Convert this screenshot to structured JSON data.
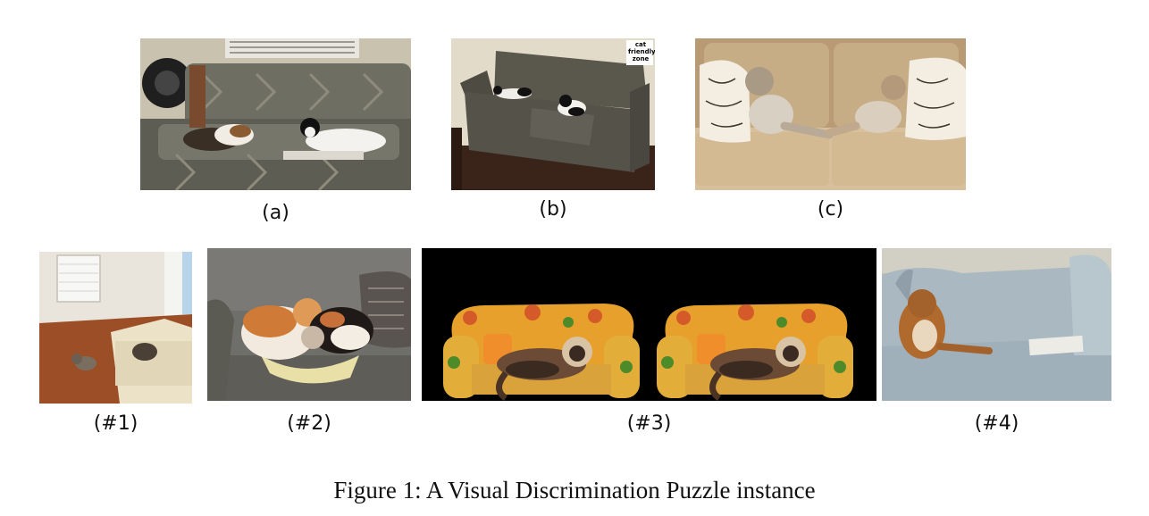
{
  "panels": {
    "a": {
      "label": "(a)"
    },
    "b": {
      "label": "(b)",
      "watermark": [
        "cat",
        "friendly",
        "zone"
      ]
    },
    "c": {
      "label": "(c)"
    },
    "n1": {
      "label": "(#1)"
    },
    "n2": {
      "label": "(#2)"
    },
    "n3": {
      "label": "(#3)"
    },
    "n4": {
      "label": "(#4)"
    }
  },
  "caption": "Figure 1: A Visual Discrimination Puzzle instance",
  "colors": {
    "sofa_patterned": "#6f6e63",
    "sofa_gray": "#5a574d",
    "sofa_beige": "#d2b892",
    "sofa_orange": "#e7a02b",
    "sofa_lightblue": "#a9b8c1",
    "black_background": "#000000"
  },
  "icons": [
    "cat-photo-icon",
    "sofa-photo-icon"
  ]
}
